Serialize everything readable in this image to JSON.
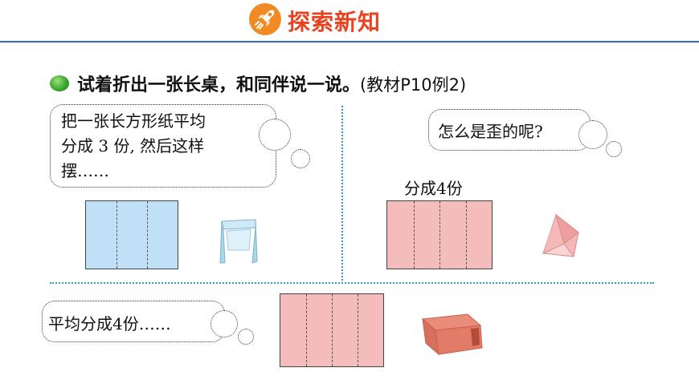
{
  "header": {
    "title": "探索新知",
    "icon": "rocket-icon",
    "badge_color": "#f08a24",
    "title_color": "#e8421e"
  },
  "task": {
    "text": "试着折出一张长桌，和同伴说一说。",
    "reference": "(教材P10例2)"
  },
  "bubbles": {
    "first": {
      "lines": [
        "把一张长方形纸平均",
        "分成 3 份, 然后这样",
        "摆……"
      ]
    },
    "question": "怎么是歪的呢?",
    "third": "平均分成4份……"
  },
  "label_four_parts": "分成4份",
  "papers": {
    "blue": {
      "color": "#bfe0f7",
      "parts": 3
    },
    "pink_top": {
      "color": "#f5bcbc",
      "parts": 4
    },
    "pink_bottom": {
      "color": "#f5bcbc",
      "parts": 4
    }
  },
  "colors": {
    "divider": "#2aa0c8",
    "top_line": "#2f6fb5",
    "bullet": "#3aa82e"
  }
}
